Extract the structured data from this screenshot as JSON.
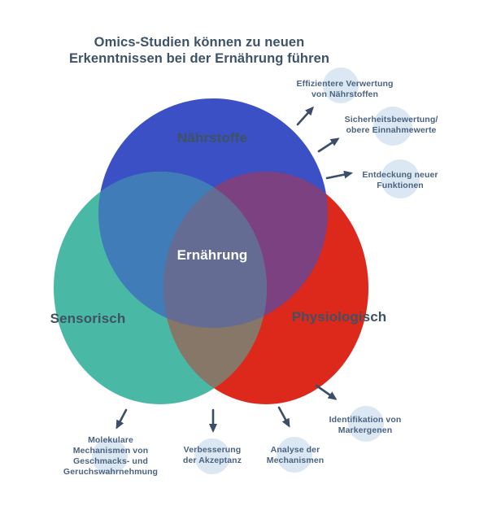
{
  "title": {
    "text": "Omics-Studien können zu neuen\nErkenntnissen bei der Ernährung führen",
    "color": "#3e5368"
  },
  "venn": {
    "center_label": "Ernährung",
    "center_label_color": "#ffffff",
    "label_color": "#3e5262",
    "circles": [
      {
        "id": "naehrstoffe",
        "label": "Nährstoffe",
        "color": "#3b50c4"
      },
      {
        "id": "sensorisch",
        "label": "Sensorisch",
        "color": "#49b9a6"
      },
      {
        "id": "physiologisch",
        "label": "Physiologisch",
        "color": "#dc291c"
      }
    ],
    "overlaps": {
      "nutrients_sensory": "#3f7cb8",
      "nutrients_physiological": "#7c4180",
      "sensory_physiological": "#867768",
      "all": "#646c93"
    }
  },
  "annotations": {
    "bubble_color": "#dbe8f4",
    "text_color": "#4b6380",
    "arrow_color": "#3b4d68",
    "items": [
      {
        "text": "Effizientere Verwertung\nvon Nährstoffen"
      },
      {
        "text": "Sicherheitsbewertung/\nobere Einnahmewerte"
      },
      {
        "text": "Entdeckung neuer\nFunktionen"
      },
      {
        "text": "Molekulare\nMechanismen von\nGeschmacks- und\nGeruchswahrnehmung"
      },
      {
        "text": "Verbesserung\nder Akzeptanz"
      },
      {
        "text": "Analyse der\nMechanismen"
      },
      {
        "text": "Identifikation von\nMarkergenen"
      }
    ]
  }
}
